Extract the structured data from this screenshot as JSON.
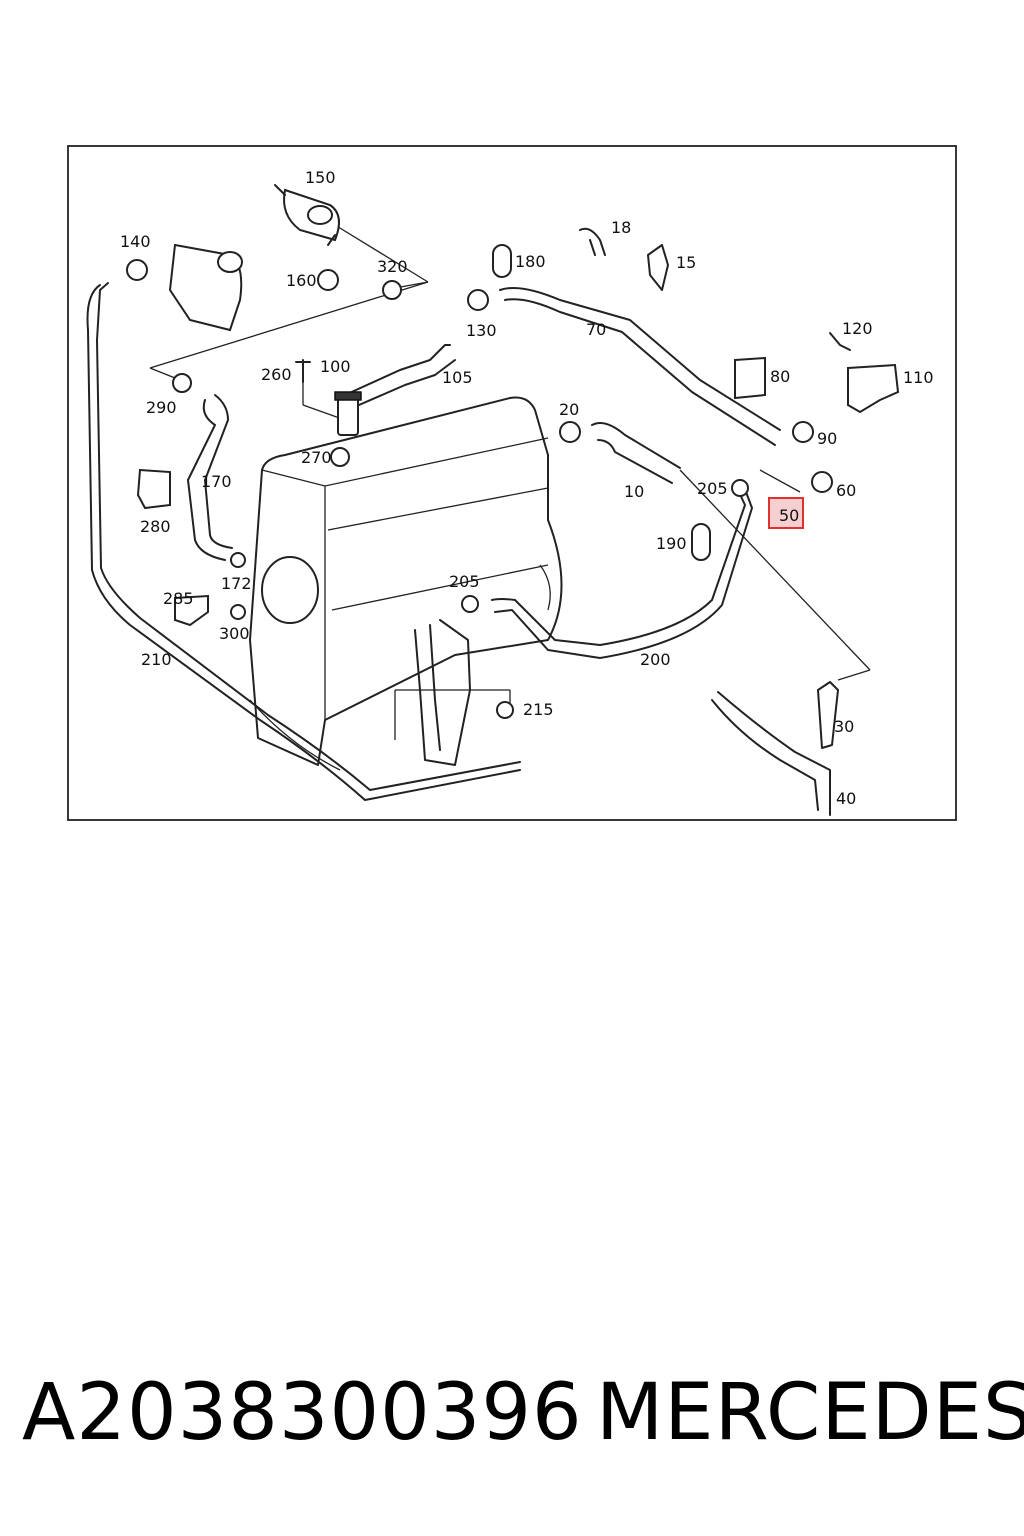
{
  "diagram": {
    "highlight_color": "#e03030",
    "highlighted_part": "50",
    "callouts": {
      "c150": "150",
      "c140": "140",
      "c320": "320",
      "c160": "160",
      "c18": "18",
      "c180": "180",
      "c15": "15",
      "c130": "130",
      "c70": "70",
      "c120": "120",
      "c260": "260",
      "c100": "100",
      "c105": "105",
      "c80": "80",
      "c110": "110",
      "c290": "290",
      "c20": "20",
      "c90": "90",
      "c270": "270",
      "c170": "170",
      "c10": "10",
      "c205a": "205",
      "c60": "60",
      "c50": "50",
      "c280": "280",
      "c190": "190",
      "c172": "172",
      "c285": "285",
      "c205b": "205",
      "c300": "300",
      "c210": "210",
      "c200": "200",
      "c215": "215",
      "c30": "30",
      "c40": "40"
    }
  },
  "caption": {
    "part_number": "A2038300396",
    "brand": "MERCEDES"
  }
}
